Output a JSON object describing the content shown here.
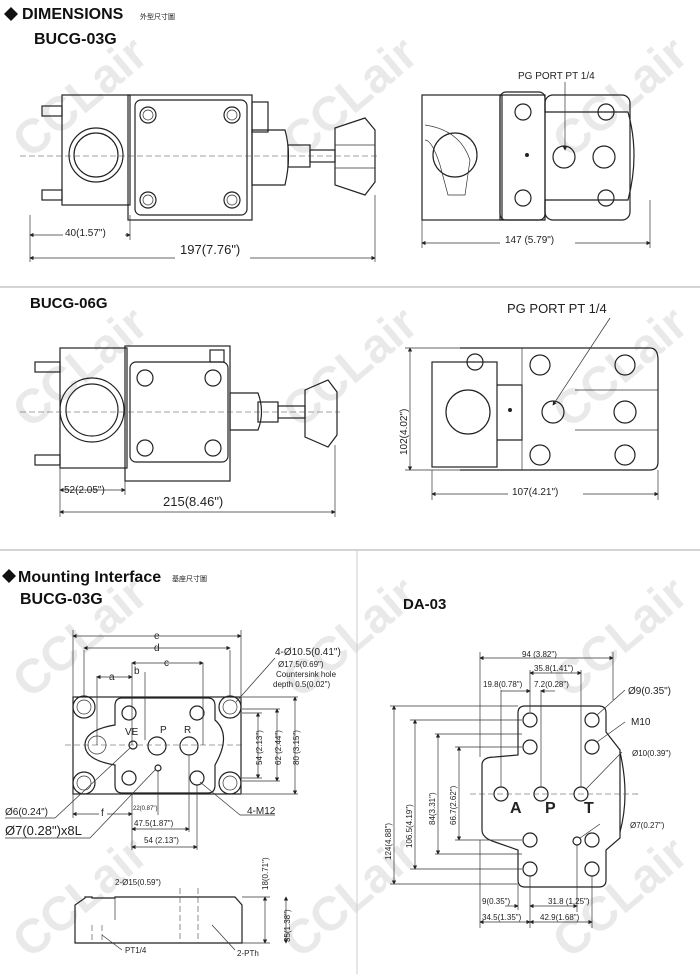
{
  "dimensions": {
    "title": "DIMENSIONS",
    "title_cn": "外型尺寸圖",
    "bucg03g": {
      "model": "BUCG-03G",
      "dim_port": "40(1.57\")",
      "dim_length": "197(7.76\")",
      "dim_width": "147 (5.79\")",
      "pg_port": "PG PORT PT 1/4"
    },
    "bucg06g": {
      "model": "BUCG-06G",
      "dim_port": "52(2.05\")",
      "dim_length": "215(8.46\")",
      "dim_width": "107(4.21\")",
      "dim_height": "102(4.02\")",
      "pg_port": "PG PORT PT 1/4"
    }
  },
  "mounting": {
    "title": "Mounting Interface",
    "title_cn": "基座尺寸圖",
    "bucg03g": {
      "model": "BUCG-03G",
      "letters": {
        "a": "a",
        "b": "b",
        "c": "c",
        "d": "d",
        "e": "e",
        "f": "f"
      },
      "ports": {
        "ve": "VE",
        "p": "P",
        "r": "R"
      },
      "hole_label": "4-Ø10.5(0.41\")",
      "countersink_1": "Ø17.5(0.69\")",
      "countersink_2": "Countersink hole",
      "countersink_3": "depth 0.5(0.02\")",
      "d54": "54 (2.13\")",
      "d62": "62 (2.44\")",
      "d80": "80 (3.15\")",
      "d6": "Ø6(0.24\")",
      "d7": "Ø7(0.28\")x8L",
      "d22": "22(0.87\")",
      "d475": "47.5(1.87\")",
      "d54h": "54 (2.13\")",
      "m12": "4-M12",
      "d15": "2-Ø15(0.59\")",
      "d18": "18(0.71\")",
      "d35": "35(1.38\")",
      "pt14": "PT1/4",
      "pth": "2-PTh"
    },
    "da03": {
      "model": "DA-03",
      "d94": "94 (3.82\")",
      "d358": "35.8(1.41\")",
      "d198": "19.8(0.78\")",
      "d72": "7.2(0.28\")",
      "phi9": "Ø9(0.35\")",
      "m10": "M10",
      "phi10": "Ø10(0.39\")",
      "phi7": "Ø7(0.27\")",
      "d124": "124(4.88\")",
      "d1065": "106.5(4.19\")",
      "d84": "84(3.31\")",
      "d667": "66.7(2.62\")",
      "d9": "9(0.35\")",
      "d318": "31.8 (1.25\")",
      "d345": "34.5(1.35\")",
      "d429": "42.9(1.68\")",
      "ports": {
        "a": "A",
        "p": "P",
        "t": "T"
      }
    }
  },
  "watermark": "CCLair"
}
